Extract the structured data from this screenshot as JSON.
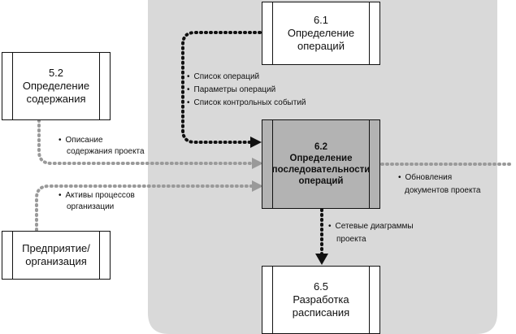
{
  "boxes": {
    "b61": {
      "number": "6.1",
      "lines": [
        "Определение",
        "операций"
      ]
    },
    "b52": {
      "number": "5.2",
      "lines": [
        "Определение",
        "содержания"
      ]
    },
    "b62": {
      "number": "6.2",
      "lines": [
        "Определение",
        "последовательности",
        "операций"
      ]
    },
    "b65": {
      "number": "6.5",
      "lines": [
        "Разработка",
        "расписания"
      ]
    },
    "ent": {
      "lines": [
        "Предприятие/",
        "организация"
      ]
    }
  },
  "labels": {
    "from61": [
      "Список операций",
      "Параметры операций",
      "Список контрольных событий"
    ],
    "from52": [
      "Описание",
      "содержания проекта"
    ],
    "fromEnt": [
      "Активы процессов",
      "организации"
    ],
    "out": [
      "Обновления",
      "документов проекта"
    ],
    "to65": [
      "Сетевые диаграммы",
      "проекта"
    ]
  },
  "bullet": "•",
  "colors": {
    "panel": "#d9d9d9",
    "center_box": "#b3b3b3",
    "arrow_dark": "#111111",
    "arrow_gray": "#9a9a9a"
  }
}
